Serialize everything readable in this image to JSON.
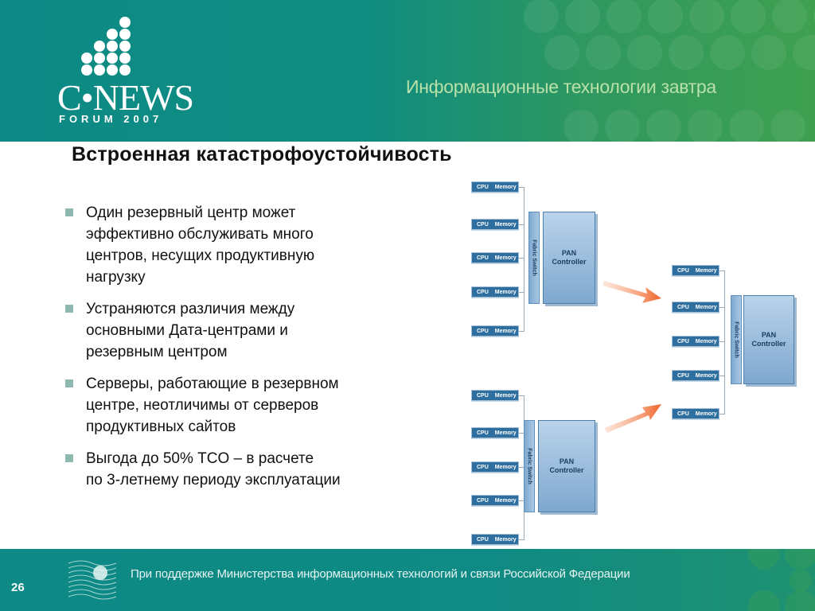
{
  "header": {
    "logo_word": "C•NEWS",
    "logo_sub": "FORUM 2007",
    "tagline": "Информационные технологии завтра"
  },
  "title": "Встроенная катастрофоустойчивость",
  "bullets": [
    "Один резервный центр может\nэффективно обслуживать много\nцентров, несущих продуктивную\nнагрузку",
    "Устраняются различия между\nосновными Дата-центрами и\nрезервным центром",
    "Серверы, работающие в резервном\nцентре, неотличимы от серверов\nпродуктивных сайтов",
    "Выгода до 50% TCO – в расчете\nпо  3-летнему периоду эксплуатации"
  ],
  "diagram": {
    "cpu_label": "CPU",
    "memory_label": "Memory",
    "fabric_label": "Fabric Switch",
    "pan_label": "PAN\nController"
  },
  "footer": {
    "page_number": "26",
    "text": "При поддержке Министерства информационных технологий и связи Российской Федерации"
  },
  "colors": {
    "header_teal": "#0d8a86",
    "header_green": "#3ea04f",
    "server_blue": "#2f6fa0",
    "arrow_orange": "#f0642a"
  }
}
